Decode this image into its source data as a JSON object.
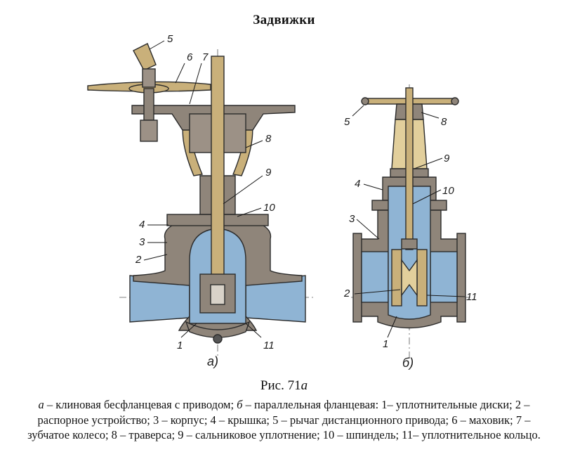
{
  "page": {
    "title": "Задвижки"
  },
  "figure": {
    "caption_number": "Рис. 71",
    "caption_suffix": "a",
    "subfigure_a_label": "а)",
    "subfigure_b_label": "б)",
    "callouts_a": [
      "5",
      "6",
      "7",
      "8",
      "9",
      "10",
      "4",
      "3",
      "2",
      "1",
      "11"
    ],
    "callouts_b": [
      "5",
      "8",
      "9",
      "4",
      "10",
      "3",
      "2",
      "11",
      "1"
    ],
    "colors": {
      "body": "#8f857a",
      "flow": "#8fb4d4",
      "brass": "#c9b07a",
      "outline": "#2b2b2b"
    }
  },
  "caption": {
    "a_letter": "а",
    "a_text": " – клиновая бесфланцевая с приводом; ",
    "b_letter": "б",
    "b_text": " – параллельная фланцевая: 1– уплотнительные диски; 2 – распорное устройство; 3 – корпус; 4 – крышка; 5 – рычаг дистанционного привода; 6 – маховик; 7 – зубчатое колесо; 8 – траверса; 9 – сальниковое уплотнение; 10 – шпиндель; 11– уплотнительное кольцо."
  }
}
